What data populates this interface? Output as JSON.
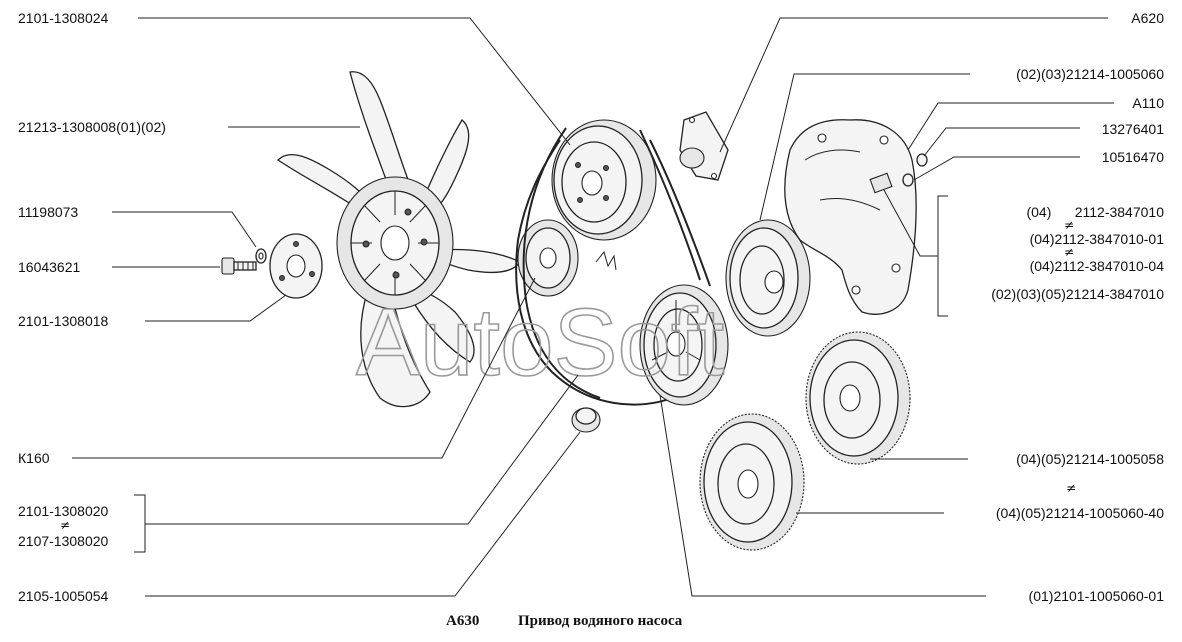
{
  "labels_left": [
    {
      "id": "l1",
      "text": "2101-1308024"
    },
    {
      "id": "l2",
      "text": "21213-1308008(01)(02)"
    },
    {
      "id": "l3",
      "text": "11198073"
    },
    {
      "id": "l4",
      "text": "16043621"
    },
    {
      "id": "l5",
      "text": "2101-1308018"
    },
    {
      "id": "l6",
      "text": "К160"
    },
    {
      "id": "l7a",
      "text": "2101-1308020"
    },
    {
      "id": "l7b",
      "text": "2107-1308020"
    },
    {
      "id": "l8",
      "text": "2105-1005054"
    }
  ],
  "labels_right": [
    {
      "id": "r1",
      "text": "А620"
    },
    {
      "id": "r2",
      "text": "(02)(03)21214-1005060"
    },
    {
      "id": "r3",
      "text": "А110"
    },
    {
      "id": "r4",
      "text": "13276401"
    },
    {
      "id": "r5",
      "text": "10516470"
    },
    {
      "id": "r6a",
      "text": "(04)      2112-3847010"
    },
    {
      "id": "r6b",
      "text": "(04)2112-3847010-01"
    },
    {
      "id": "r6c",
      "text": "(04)2112-3847010-04"
    },
    {
      "id": "r6d",
      "text": "(02)(03)(05)21214-3847010"
    },
    {
      "id": "r7",
      "text": "(04)(05)21214-1005058"
    },
    {
      "id": "r8",
      "text": "(04)(05)21214-1005060-40"
    },
    {
      "id": "r9",
      "text": "(01)2101-1005060-01"
    }
  ],
  "symbols": {
    "not_equal": "≠"
  },
  "caption": {
    "code": "А630",
    "title": "Привод водяного насоса"
  },
  "watermark": "AutoSoft"
}
